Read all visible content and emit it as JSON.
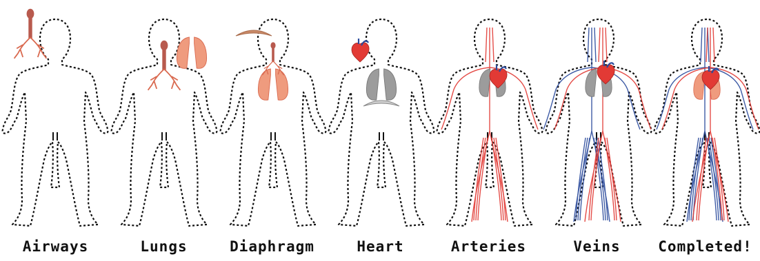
{
  "stages": [
    {
      "label": "Airways"
    },
    {
      "label": "Lungs"
    },
    {
      "label": "Diaphragm"
    },
    {
      "label": "Heart"
    },
    {
      "label": "Arteries"
    },
    {
      "label": "Veins"
    },
    {
      "label": "Completed!"
    }
  ],
  "colors": {
    "outline": "#111111",
    "artery": "#e23a35",
    "vein": "#2a4a9c",
    "lung": "#ef9b7e",
    "lung_shade": "#d9694f",
    "trachea": "#b85a4e",
    "organ_gray": "#9c9c9c",
    "organ_gray_light": "#cfcfcf",
    "diaphragm": "#c98a68"
  }
}
